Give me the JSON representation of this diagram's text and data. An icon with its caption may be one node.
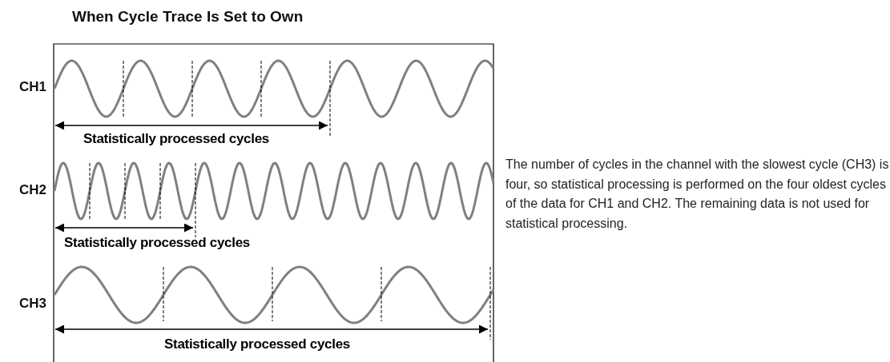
{
  "diagram": {
    "title": "When Cycle Trace Is Set to Own",
    "labels": [
      "CH1",
      "Statistically processed cycles",
      "CH2",
      "Statistically processed cycles",
      "CH3",
      "Statistically processed cycles",
      "The number of cycles in the channel with the slowest cycle (CH3) is four, so statistical processing is performed on the four oldest cycles of the data for CH1 and CH2. The remaining data is not used for statistical processing."
    ]
  }
}
